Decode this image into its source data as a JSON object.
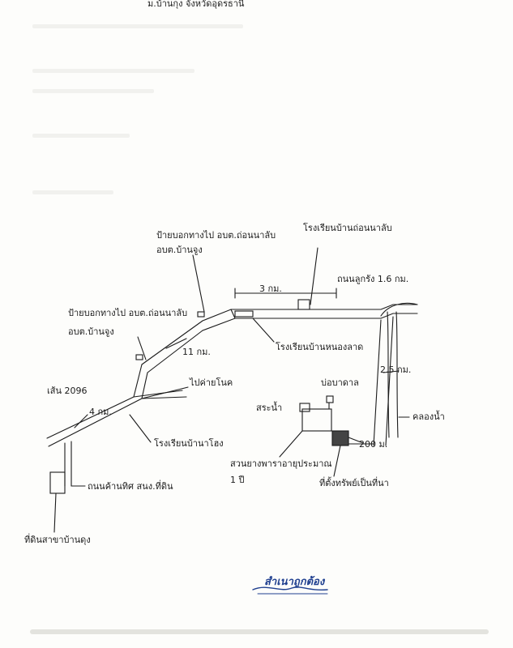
{
  "header": {
    "text": "ม.บ้านกุง จังหวัดอุดรธานี"
  },
  "labels": {
    "sign_top_1": "ป้ายบอกทางไป อบต.ถ่อนนาลับ",
    "sign_top_2": "อบต.บ้านจูง",
    "school_thon": "โรงเรียนบ้านถ่อนนาลับ",
    "road_luksarng": "ถนนลูกรัง  1.6 กม.",
    "dist_3km": "3 กม.",
    "sign_mid_1": "ป้ายบอกทางไป อบต.ถ่อนนาลับ",
    "sign_mid_2": "อบต.บ้านจูง",
    "school_nongsad": "โรงเรียนบ้านหนองลาด",
    "dist_11km": "11 กม.",
    "to_khanoi": "ไปค่ายโนค",
    "route_2096": "เส้น 2096",
    "dist_4km": "4 กม.",
    "school_nahong": "โรงเรียนบ้านาโฮง",
    "dist_25km": "2.5 กม.",
    "well": "บ่อบาดาล",
    "pond": "สระน้ำ",
    "canal": "คลองน้ำ",
    "dist_200m": "200 ม.",
    "plantation_1": "สวนยางพาราอายุประมาณ",
    "plantation_2": "1 ปี",
    "property": "ที่ตั้งทรัพย์เป็นที่นา",
    "road_tambon": "ถนนค้านทิศ สนง.ที่ดิน",
    "land_office": "ที่ดินสาขาบ้านดุง"
  },
  "certify": {
    "text": "สำเนาถูกต้อง"
  },
  "colors": {
    "ink": "#1b1b1b",
    "certify": "#1f3f8f",
    "property_fill": "#444444"
  }
}
